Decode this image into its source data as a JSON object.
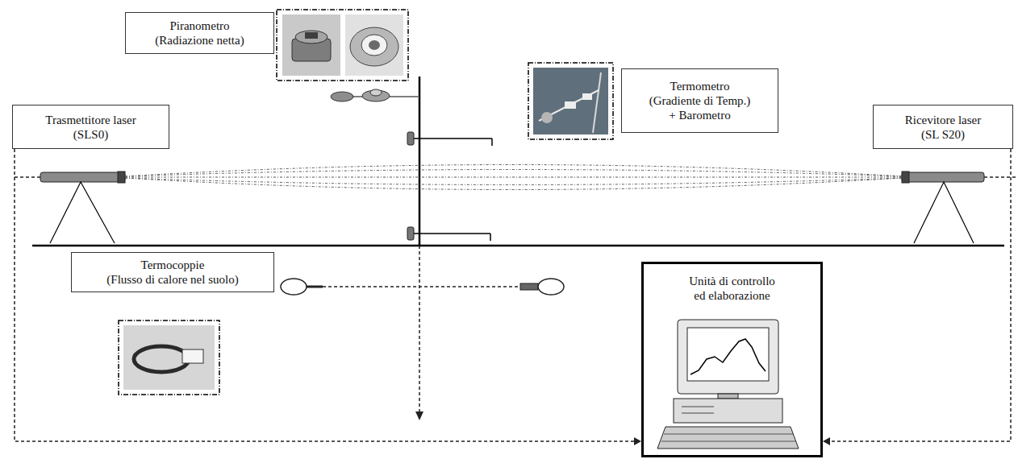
{
  "diagram": {
    "nodes": [
      {
        "text": [
          "Piranometro",
          "(Radiazione netta)"
        ]
      },
      {
        "text": [
          "Termometro",
          "(Gradiente di Temp.) + Barometro"
        ]
      },
      {
        "text": [
          "Trasmettitore laser",
          "(SLS0)"
        ]
      },
      {
        "text": [
          "Ricevitore laser",
          "(SL S20)"
        ]
      },
      {
        "text": [
          "Termocoppie",
          "(Flusso di calore nel suolo)"
        ]
      },
      {
        "text": [
          "Unità di controllo ed elaborazione"
        ]
      }
    ],
    "edges": [
      {
        "from": 2,
        "to": 5,
        "arrow": "to"
      },
      {
        "from": 3,
        "to": 5,
        "arrow": "to"
      }
    ]
  }
}
